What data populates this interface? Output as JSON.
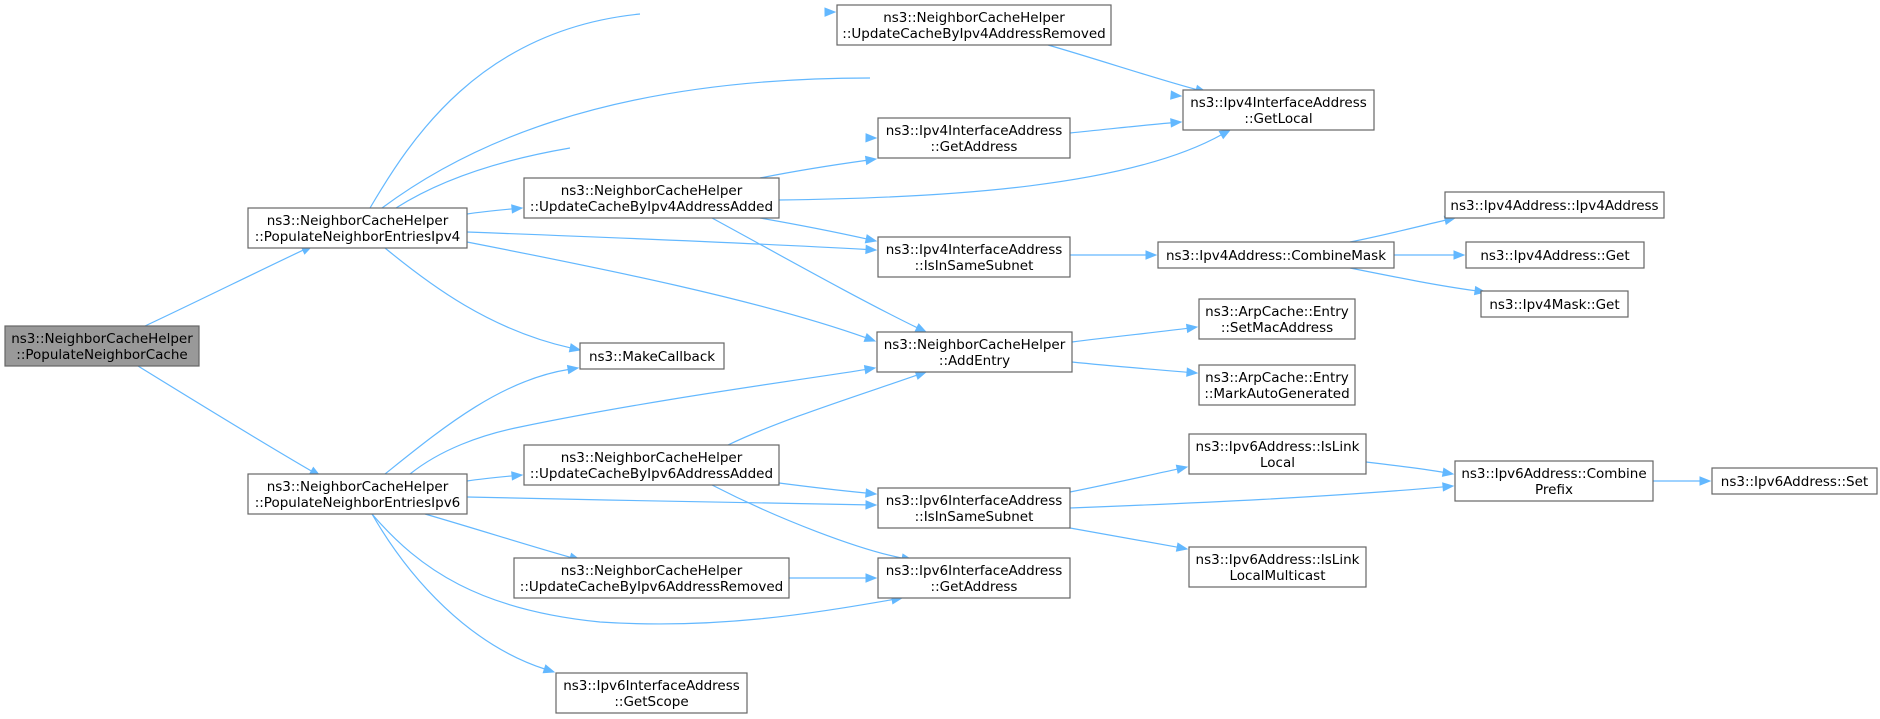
{
  "graph": {
    "colors": {
      "edge": "#63b8ff",
      "node_border": "#666666",
      "root_fill": "#999999",
      "node_fill": "#ffffff"
    },
    "nodes": [
      {
        "id": "populate_cache",
        "lines": [
          "ns3::NeighborCacheHelper",
          "::PopulateNeighborCache"
        ],
        "root": true
      },
      {
        "id": "entries_ipv4",
        "lines": [
          "ns3::NeighborCacheHelper",
          "::PopulateNeighborEntriesIpv4"
        ]
      },
      {
        "id": "entries_ipv6",
        "lines": [
          "ns3::NeighborCacheHelper",
          "::PopulateNeighborEntriesIpv6"
        ]
      },
      {
        "id": "update_ipv4_removed",
        "lines": [
          "ns3::NeighborCacheHelper",
          "::UpdateCacheByIpv4AddressRemoved"
        ]
      },
      {
        "id": "update_ipv4_added",
        "lines": [
          "ns3::NeighborCacheHelper",
          "::UpdateCacheByIpv4AddressAdded"
        ]
      },
      {
        "id": "make_callback",
        "lines": [
          "ns3::MakeCallback"
        ]
      },
      {
        "id": "update_ipv6_added",
        "lines": [
          "ns3::NeighborCacheHelper",
          "::UpdateCacheByIpv6AddressAdded"
        ]
      },
      {
        "id": "update_ipv6_removed",
        "lines": [
          "ns3::NeighborCacheHelper",
          "::UpdateCacheByIpv6AddressRemoved"
        ]
      },
      {
        "id": "ipv6_get_scope",
        "lines": [
          "ns3::Ipv6InterfaceAddress",
          "::GetScope"
        ]
      },
      {
        "id": "ipv4_get_address",
        "lines": [
          "ns3::Ipv4InterfaceAddress",
          "::GetAddress"
        ]
      },
      {
        "id": "ipv4_is_in_same_subnet",
        "lines": [
          "ns3::Ipv4InterfaceAddress",
          "::IsInSameSubnet"
        ]
      },
      {
        "id": "add_entry",
        "lines": [
          "ns3::NeighborCacheHelper",
          "::AddEntry"
        ]
      },
      {
        "id": "ipv6_is_in_same_subnet",
        "lines": [
          "ns3::Ipv6InterfaceAddress",
          "::IsInSameSubnet"
        ]
      },
      {
        "id": "ipv6_get_address",
        "lines": [
          "ns3::Ipv6InterfaceAddress",
          "::GetAddress"
        ]
      },
      {
        "id": "ipv4_get_local",
        "lines": [
          "ns3::Ipv4InterfaceAddress",
          "::GetLocal"
        ]
      },
      {
        "id": "combine_mask",
        "lines": [
          "ns3::Ipv4Address::CombineMask"
        ]
      },
      {
        "id": "set_mac_address",
        "lines": [
          "ns3::ArpCache::Entry",
          "::SetMacAddress"
        ]
      },
      {
        "id": "mark_auto_generated",
        "lines": [
          "ns3::ArpCache::Entry",
          "::MarkAutoGenerated"
        ]
      },
      {
        "id": "ipv6_is_link_local",
        "lines": [
          "ns3::Ipv6Address::IsLink",
          "Local"
        ]
      },
      {
        "id": "ipv6_is_link_local_multicast",
        "lines": [
          "ns3::Ipv6Address::IsLink",
          "LocalMulticast"
        ]
      },
      {
        "id": "ipv4_address_ctor",
        "lines": [
          "ns3::Ipv4Address::Ipv4Address"
        ]
      },
      {
        "id": "ipv4_address_get",
        "lines": [
          "ns3::Ipv4Address::Get"
        ]
      },
      {
        "id": "ipv4_mask_get",
        "lines": [
          "ns3::Ipv4Mask::Get"
        ]
      },
      {
        "id": "ipv6_combine_prefix",
        "lines": [
          "ns3::Ipv6Address::Combine",
          "Prefix"
        ]
      },
      {
        "id": "ipv6_set",
        "lines": [
          "ns3::Ipv6Address::Set"
        ]
      }
    ],
    "edges": [
      {
        "from": "populate_cache",
        "to": "entries_ipv4"
      },
      {
        "from": "populate_cache",
        "to": "entries_ipv6"
      },
      {
        "from": "entries_ipv4",
        "to": "update_ipv4_removed"
      },
      {
        "from": "entries_ipv4",
        "to": "ipv4_get_local"
      },
      {
        "from": "entries_ipv4",
        "to": "ipv4_get_address"
      },
      {
        "from": "entries_ipv4",
        "to": "update_ipv4_added"
      },
      {
        "from": "entries_ipv4",
        "to": "ipv4_is_in_same_subnet"
      },
      {
        "from": "entries_ipv4",
        "to": "add_entry"
      },
      {
        "from": "entries_ipv4",
        "to": "make_callback"
      },
      {
        "from": "update_ipv4_removed",
        "to": "ipv4_get_local"
      },
      {
        "from": "update_ipv4_added",
        "to": "ipv4_get_address"
      },
      {
        "from": "update_ipv4_added",
        "to": "ipv4_get_local"
      },
      {
        "from": "update_ipv4_added",
        "to": "ipv4_is_in_same_subnet"
      },
      {
        "from": "update_ipv4_added",
        "to": "add_entry"
      },
      {
        "from": "ipv4_get_address",
        "to": "ipv4_get_local"
      },
      {
        "from": "ipv4_is_in_same_subnet",
        "to": "combine_mask"
      },
      {
        "from": "combine_mask",
        "to": "ipv4_address_ctor"
      },
      {
        "from": "combine_mask",
        "to": "ipv4_address_get"
      },
      {
        "from": "combine_mask",
        "to": "ipv4_mask_get"
      },
      {
        "from": "add_entry",
        "to": "set_mac_address"
      },
      {
        "from": "add_entry",
        "to": "mark_auto_generated"
      },
      {
        "from": "entries_ipv6",
        "to": "make_callback"
      },
      {
        "from": "entries_ipv6",
        "to": "add_entry"
      },
      {
        "from": "entries_ipv6",
        "to": "update_ipv6_added"
      },
      {
        "from": "entries_ipv6",
        "to": "ipv6_is_in_same_subnet"
      },
      {
        "from": "entries_ipv6",
        "to": "update_ipv6_removed"
      },
      {
        "from": "entries_ipv6",
        "to": "ipv6_get_address"
      },
      {
        "from": "entries_ipv6",
        "to": "ipv6_get_scope"
      },
      {
        "from": "update_ipv6_added",
        "to": "add_entry"
      },
      {
        "from": "update_ipv6_added",
        "to": "ipv6_is_in_same_subnet"
      },
      {
        "from": "update_ipv6_added",
        "to": "ipv6_get_address"
      },
      {
        "from": "update_ipv6_removed",
        "to": "ipv6_get_address"
      },
      {
        "from": "ipv6_is_in_same_subnet",
        "to": "ipv6_is_link_local"
      },
      {
        "from": "ipv6_is_in_same_subnet",
        "to": "ipv6_combine_prefix"
      },
      {
        "from": "ipv6_is_in_same_subnet",
        "to": "ipv6_is_link_local_multicast"
      },
      {
        "from": "ipv6_is_link_local",
        "to": "ipv6_combine_prefix"
      },
      {
        "from": "ipv6_combine_prefix",
        "to": "ipv6_set"
      }
    ]
  }
}
